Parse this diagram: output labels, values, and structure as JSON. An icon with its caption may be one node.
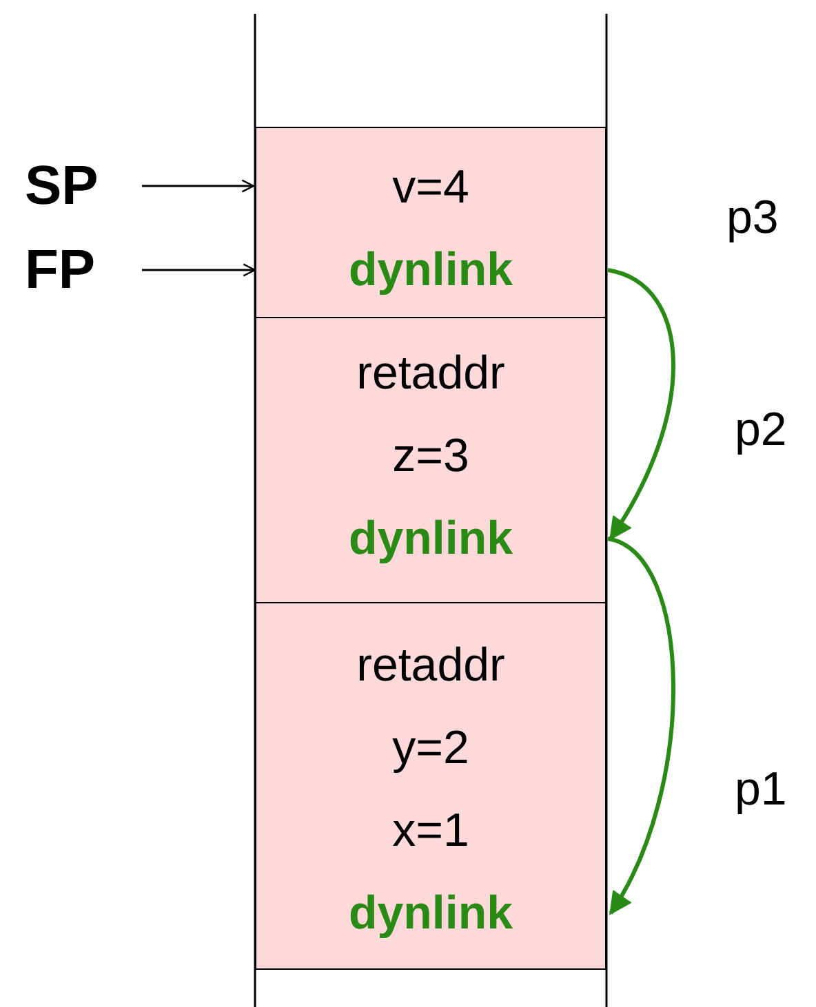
{
  "diagram": {
    "nodes": [
      {
        "text": [
          "SP"
        ]
      },
      {
        "text": [
          "FP"
        ]
      },
      {
        "text": [
          "v=4"
        ],
        "beside": [
          "p3"
        ]
      },
      {
        "text": [
          "dynlink"
        ],
        "in": 2
      },
      {
        "text": [
          "retaddr",
          "z=3"
        ],
        "beside": [
          "p2"
        ]
      },
      {
        "text": [
          "dynlink"
        ],
        "in": 4
      },
      {
        "text": [
          "retaddr",
          "y=2",
          "x=1"
        ],
        "beside": [
          "p1"
        ]
      },
      {
        "text": [
          "dynlink"
        ],
        "in": 6
      }
    ],
    "edges": [
      {
        "from": 0,
        "to": 2,
        "arrow": "to"
      },
      {
        "from": 1,
        "to": 3,
        "arrow": "to"
      },
      {
        "from": 3,
        "to": 5,
        "arrow": "to",
        "style": "thick",
        "color": "#2a8a16"
      },
      {
        "from": 5,
        "to": 7,
        "arrow": "to",
        "style": "thick",
        "color": "#2a8a16"
      }
    ]
  }
}
